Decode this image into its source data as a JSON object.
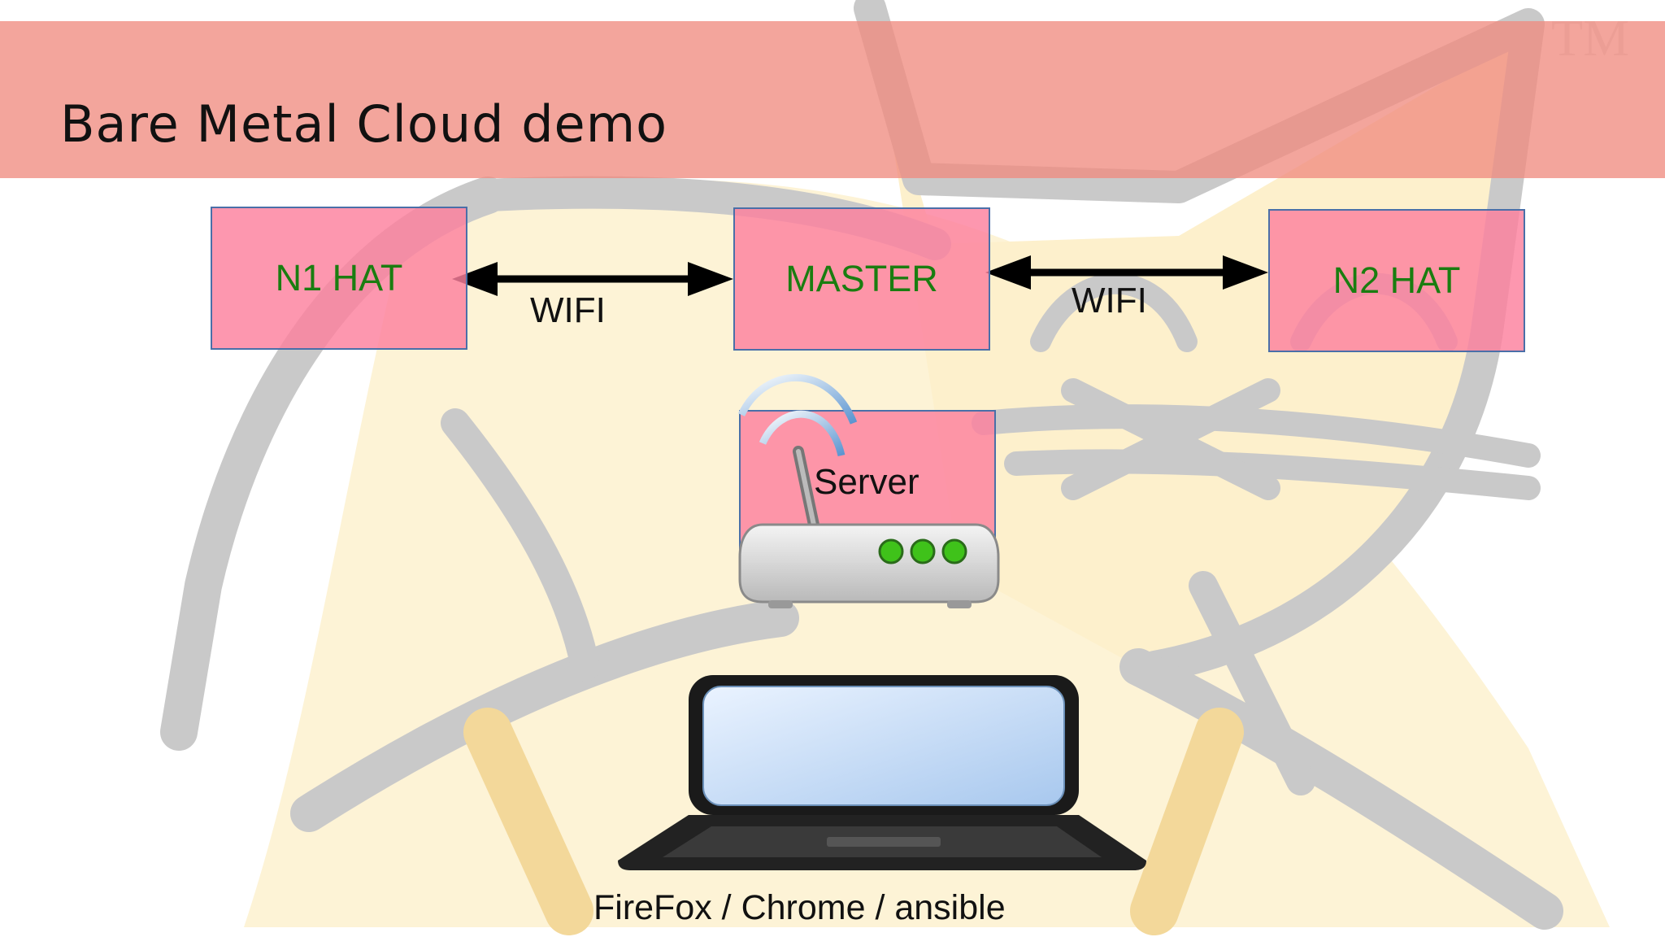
{
  "slide": {
    "title": "Bare Metal Cloud demo"
  },
  "nodes": {
    "n1": "N1 HAT",
    "master": "MASTER",
    "n2": "N2 HAT"
  },
  "links": {
    "left": "WIFI",
    "right": "WIFI"
  },
  "server": {
    "label": "Server"
  },
  "client": {
    "caption": "FireFox / Chrome / ansible"
  },
  "watermark": {
    "mark": "TM"
  },
  "colors": {
    "title_band": "#f08c80",
    "node_fill": "#fc809e",
    "node_border": "#4a6fa8",
    "node_text": "#1a7d10",
    "router_led": "#3fc21a"
  }
}
